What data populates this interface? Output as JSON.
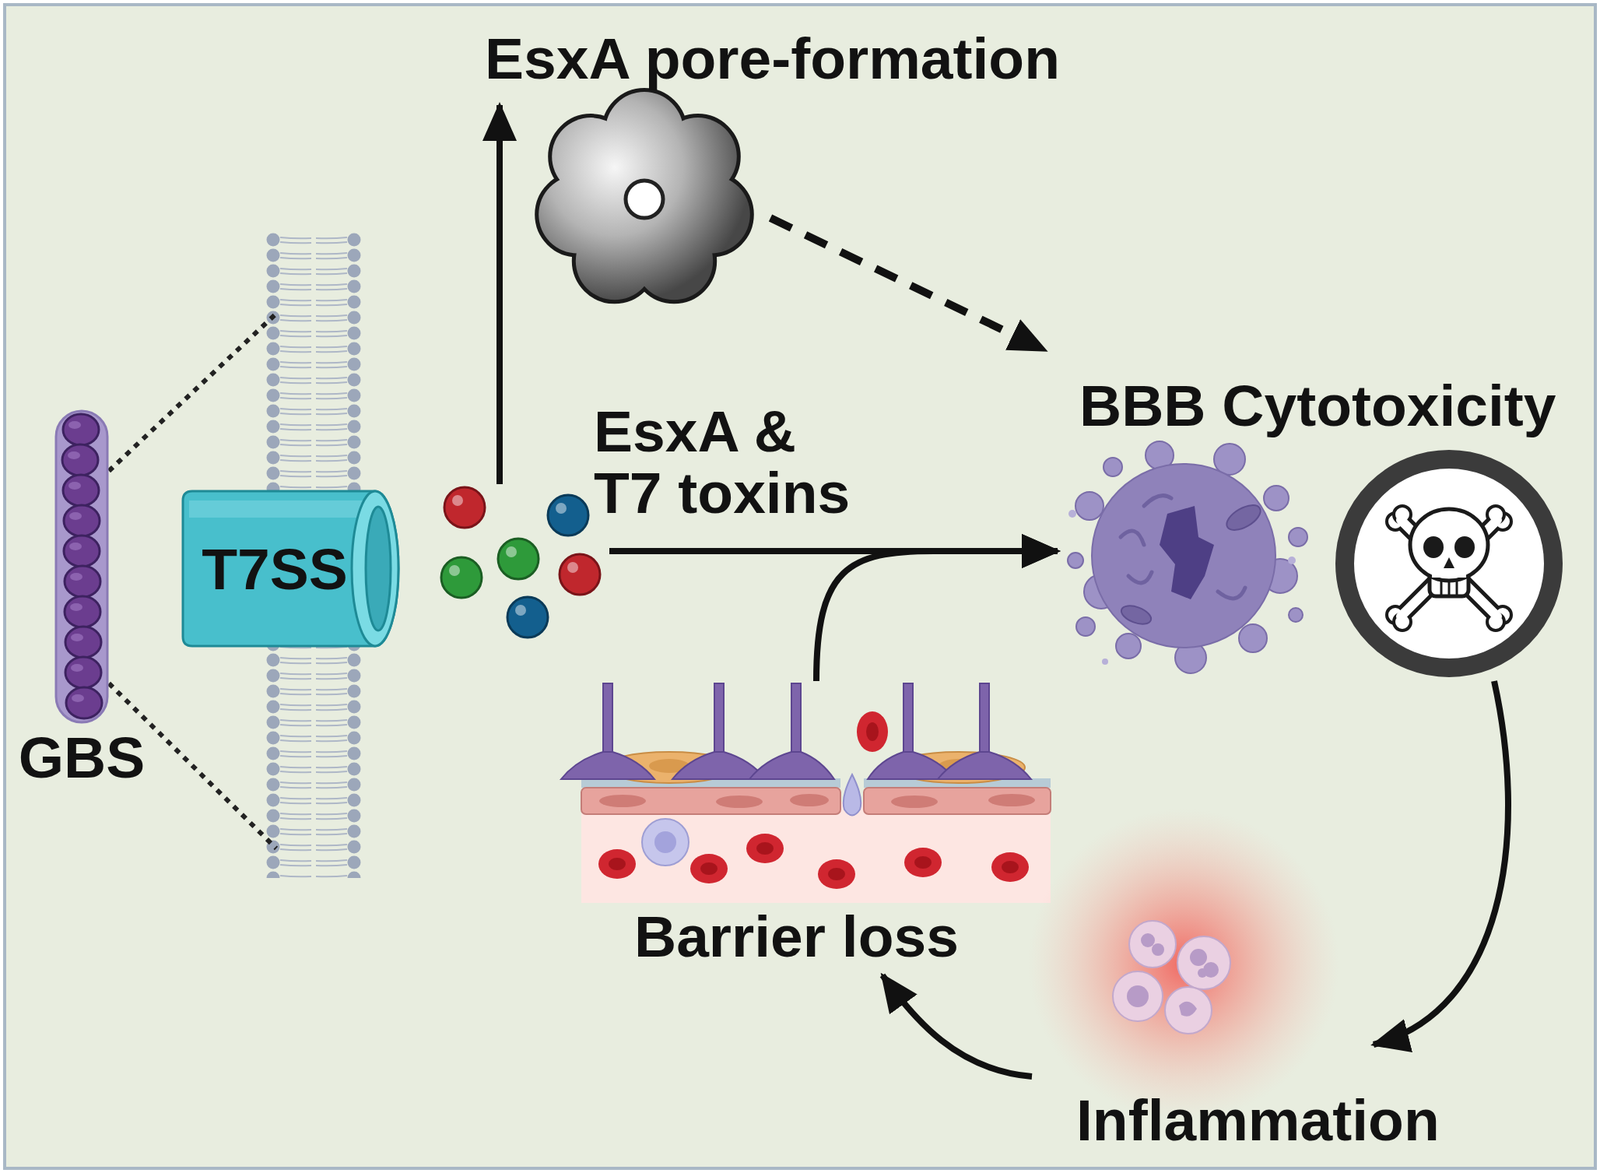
{
  "diagram": {
    "nodes": [
      {
        "text": [
          "GBS"
        ]
      },
      {
        "text": [
          "T7SS"
        ]
      },
      {
        "text": [
          "EsxA pore-formation"
        ]
      },
      {
        "text": [
          "EsxA & T7 toxins"
        ]
      },
      {
        "text": [
          "BBB Cytotoxicity"
        ]
      },
      {
        "text": [
          "Barrier loss"
        ]
      },
      {
        "text": [
          "Inflammation"
        ]
      }
    ],
    "edges": [
      {
        "from": 3,
        "to": 2,
        "arrow": "to"
      },
      {
        "from": 2,
        "to": 4,
        "arrow": "to"
      },
      {
        "from": 3,
        "to": 4,
        "arrow": "to"
      },
      {
        "from": 5,
        "to": 4,
        "arrow": "to"
      },
      {
        "from": 4,
        "to": 6,
        "arrow": "to"
      },
      {
        "from": 6,
        "to": 5,
        "arrow": "to"
      }
    ]
  }
}
